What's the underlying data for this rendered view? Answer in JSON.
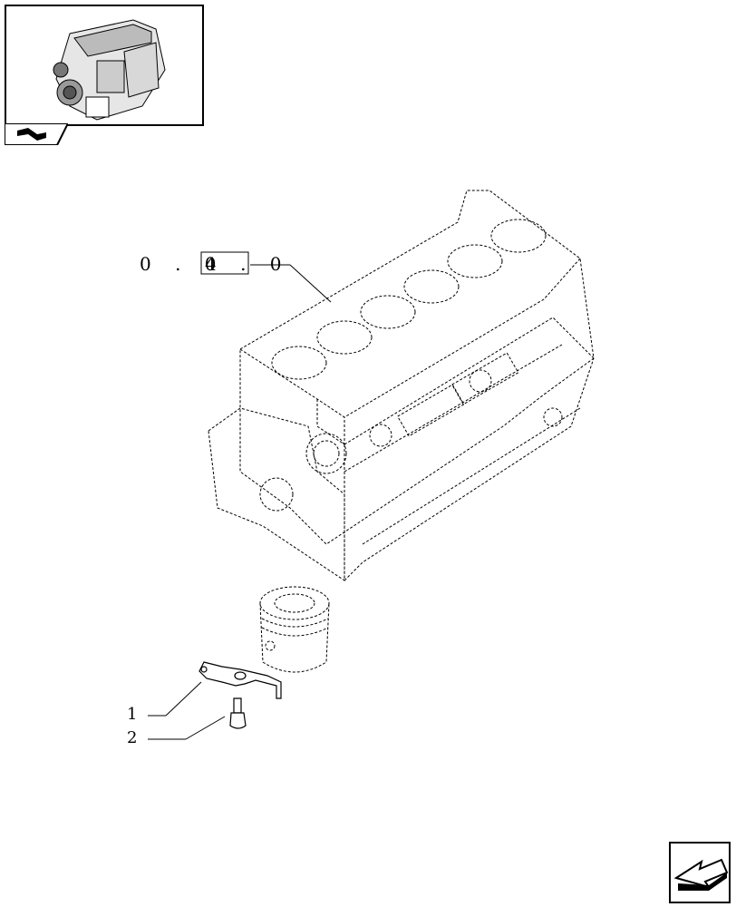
{
  "reference": {
    "group": "0 . 0",
    "boxed": "4 . 0"
  },
  "callouts": [
    {
      "id": "1"
    },
    {
      "id": "2"
    }
  ],
  "icons": {
    "thumbnail": "engine-thumbnail-icon",
    "section_tab": "section-book-icon",
    "nav_next": "next-page-arrow-icon"
  }
}
